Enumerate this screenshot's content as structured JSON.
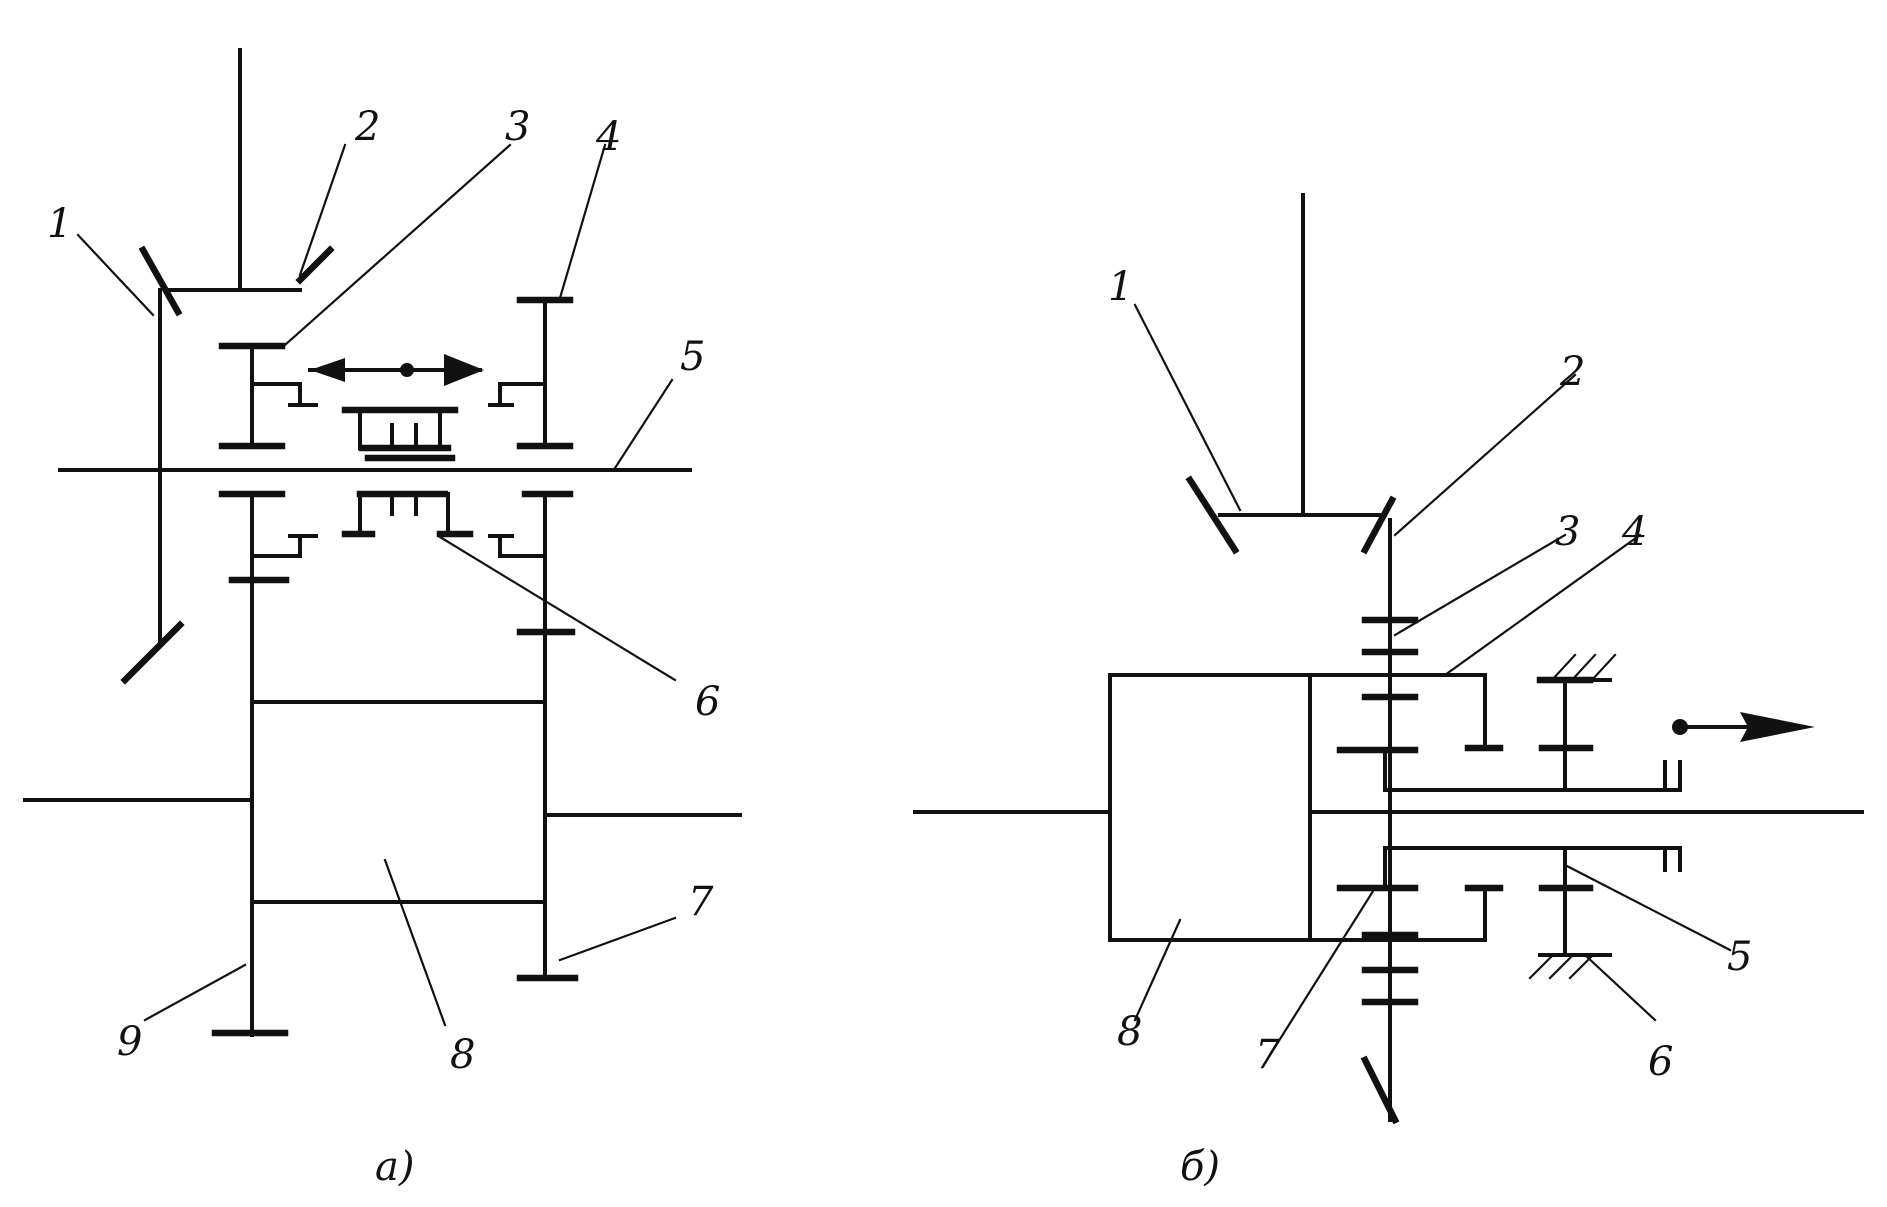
{
  "diagram_a": {
    "caption": "а)",
    "labels": [
      "1",
      "2",
      "3",
      "4",
      "5",
      "6",
      "7",
      "8",
      "9"
    ]
  },
  "diagram_b": {
    "caption": "б)",
    "labels": [
      "1",
      "2",
      "3",
      "4",
      "5",
      "6",
      "7",
      "8"
    ]
  }
}
